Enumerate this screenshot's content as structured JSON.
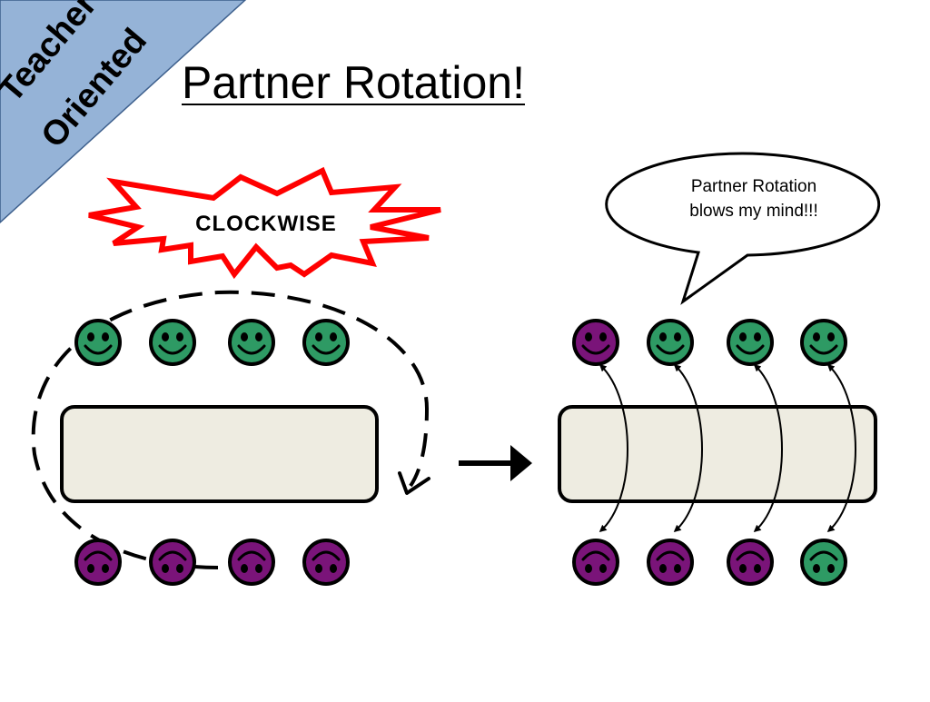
{
  "slide": {
    "title": "Partner Rotation!",
    "corner_banner": {
      "line1": "Teacher",
      "line2": "Oriented",
      "color": "#95b3d7"
    },
    "burst_label": "CLOCKWISE",
    "speech_bubble": {
      "line1": "Partner Rotation",
      "line2": "blows my mind!!!"
    }
  },
  "colors": {
    "green_face": "#2e9a64",
    "purple_face": "#7a1479",
    "table_fill": "#eeece1",
    "burst_stroke": "#ff0000"
  },
  "left_table": {
    "top_row": [
      "happy-green",
      "happy-green",
      "happy-green",
      "happy-green"
    ],
    "bottom_row": [
      "sad-purple",
      "sad-purple",
      "sad-purple",
      "sad-purple"
    ]
  },
  "right_table": {
    "top_row": [
      "happy-purple",
      "happy-green",
      "happy-green",
      "happy-green"
    ],
    "bottom_row": [
      "sad-purple",
      "sad-purple",
      "sad-purple",
      "sad-green"
    ]
  }
}
